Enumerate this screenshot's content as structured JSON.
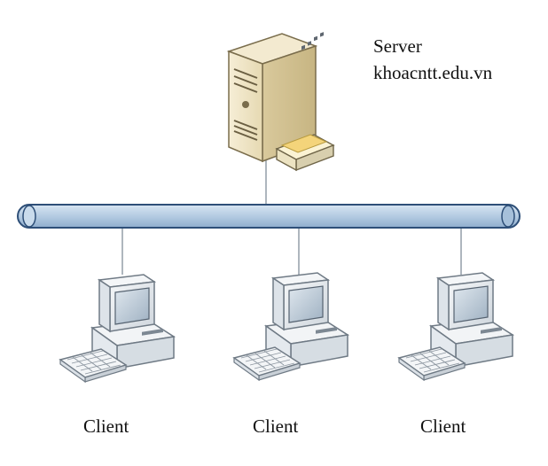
{
  "server": {
    "name": "Server",
    "host": "khoacntt.edu.vn",
    "icon": "server-tower-icon"
  },
  "clients": [
    {
      "label": "Client",
      "icon": "desktop-computer-icon"
    },
    {
      "label": "Client",
      "icon": "desktop-computer-icon"
    },
    {
      "label": "Client",
      "icon": "desktop-computer-icon"
    }
  ],
  "colors": {
    "bus_fill": "#b7cde3",
    "bus_stroke": "#2e4f78",
    "line": "#9aa4ad",
    "server_body": "#efe6c8",
    "client_body": "#e9edf1"
  }
}
